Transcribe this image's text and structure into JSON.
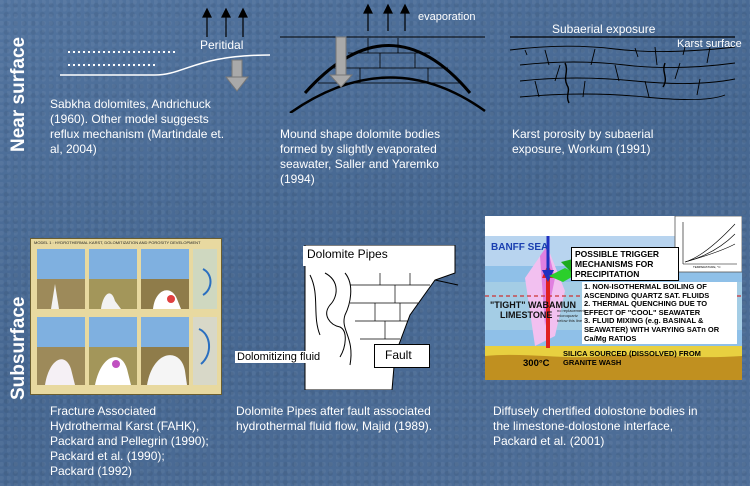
{
  "side_labels": {
    "near_surface": "Near surface",
    "subsurface": "Subsurface"
  },
  "panels": {
    "sabkha": {
      "diagram_label": "Peritidal",
      "caption": [
        "Sabkha dolomites, Andrichuck",
        "(1960). Other model suggests",
        "reflux mechanism (Martindale et.",
        "al, 2004)"
      ]
    },
    "mound": {
      "diagram_label": "evaporation",
      "caption": [
        "Mound shape dolomite bodies",
        "formed by slightly evaporated",
        "seawater, Saller and Yaremko",
        "(1994)"
      ]
    },
    "karst": {
      "diagram_label_top": "Subaerial exposure",
      "diagram_label_right": "Karst surface",
      "caption": [
        "Karst porosity by subaerial",
        "exposure, Workum (1991)"
      ]
    },
    "fahk": {
      "model_title": "MODEL 1 : HYDROTHERMAL KARST, DOLOMITIZATION AND POROSITY DEVELOPMENT",
      "caption": [
        "Fracture Associated",
        "Hydrothermal Karst (FAHK),",
        "Packard and Pellegrin (1990);",
        "Packard et al. (1990);",
        "Packard (1992)"
      ]
    },
    "pipes": {
      "title": "Dolomite Pipes",
      "fluid_label": "Dolomitizing fluid",
      "fault_label": "Fault",
      "caption": [
        "Dolomite Pipes after fault associated",
        "hydrothermal fluid flow, Majid (1989)."
      ]
    },
    "chert": {
      "sea_label": "BANFF SEA",
      "trigger_title": [
        "POSSIBLE TRIGGER",
        "MECHANISMS FOR",
        "PRECIPITATION"
      ],
      "mechanisms": [
        "1. NON-ISOTHERMAL BOILING OF",
        "ASCENDING QUARTZ SAT. FLUIDS",
        "2. THERMAL QUENCHING DUE TO",
        "EFFECT OF \"COOL\" SEAWATER",
        "3. FLUID MIXING (e.g. BASINAL &",
        "SEAWATER) WITH VARYING SATn OR",
        "Ca/Mg RATIOS"
      ],
      "unit_label": [
        "\"TIGHT\" WABAMUN",
        "LIMESTONE"
      ],
      "temp_label": "300°C",
      "silica_label": [
        "SILICA SOURCED (DISSOLVED) FROM",
        "GRANITE WASH"
      ],
      "small_note": [
        "no replacement",
        "microquartz",
        "below this line"
      ],
      "inset_axis": "TEMPERATURE, °C",
      "caption": [
        "Diffusely chertified dolostone bodies in",
        "the limestone-dolostone interface,",
        "Packard et al. (2001)"
      ]
    }
  }
}
